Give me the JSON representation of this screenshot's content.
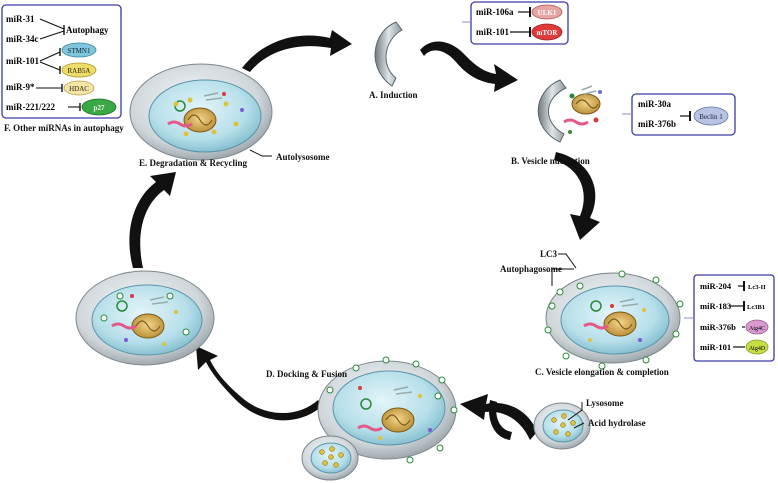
{
  "stages": {
    "induction": "A. Induction",
    "nucleation": "B. Vesicle nucleation",
    "elongation": "C. Vesicle elongation & completion",
    "docking": "D. Docking & Fusion",
    "degradation": "E. Degradation & Recycling",
    "other": "F. Other miRNAs in autophagy"
  },
  "structures": {
    "autolysosome": "Autolysosome",
    "lc3": "LC3",
    "autophagosome": "Autophagosome",
    "lysosome": "Lysosome",
    "acid_hydrolase": "Acid hydrolase"
  },
  "box_a": {
    "mir1": "miR-106a",
    "target1": "ULK1",
    "mir2": "miR-101",
    "target2": "mTOR"
  },
  "box_b": {
    "mir1": "miR-30a",
    "mir2": "miR-376b",
    "target": "Beclin 1"
  },
  "box_c": [
    {
      "mir": "miR-204",
      "target": "Lc3-II"
    },
    {
      "mir": "miR-183",
      "target": "Lc3B1"
    },
    {
      "mir": "miR-376b",
      "target": "Atg4C"
    },
    {
      "mir": "miR-101",
      "target": "Atg4D"
    }
  ],
  "box_f": {
    "mir31": "miR-31",
    "mir34c": "miR-34c",
    "autophagy": "Autophagy",
    "mir101": "miR-101",
    "stmn1": "STMN1",
    "rab5a": "RAB5A",
    "mir9": "miR-9*",
    "hdac": "HDAC",
    "mir221": "miR-221/222",
    "p27": "p27"
  },
  "colors": {
    "box_border": "#3a3aa8",
    "cell_fill": "#bfe4ee",
    "cell_outer": "#d7dde0",
    "ulk1": "#e8a3a3",
    "mtor": "#e03a3a",
    "beclin": "#b7c2e4",
    "stmn1": "#7fc6dc",
    "rab5a": "#eedc6a",
    "hdac": "#f4e4a6",
    "p27": "#3aa845",
    "atg4c": "#d99ad0",
    "atg4d": "#c7dd48"
  }
}
